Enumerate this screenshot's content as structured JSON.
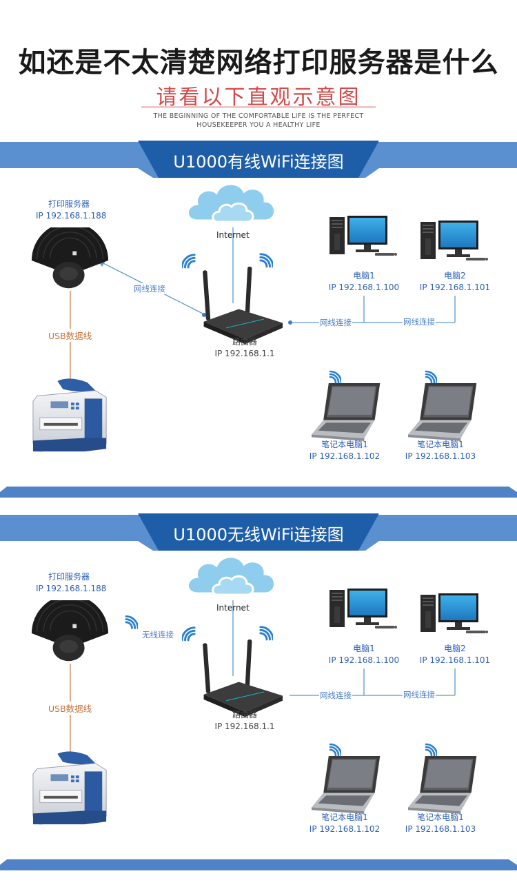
{
  "header": {
    "title": "如还是不太清楚网络打印服务器是什么",
    "subtitle": "请看以下直观示意图",
    "tagline_line1": "THE BEGINNING OF THE COMFORTABLE LIFE IS THE PERFECT",
    "tagline_line2": "HOUSEKEEPER YOU A HEALTHY LIFE"
  },
  "colors": {
    "banner_dark": "#1e5ea8",
    "banner_light": "#5a8fd0",
    "accent_red": "#d34a4a",
    "link_blue": "#4a7fc7",
    "usb_orange": "#c8733a"
  },
  "sections": [
    {
      "title": "U1000有线WiFi连接图",
      "print_server_label": "打印服务器",
      "print_server_ip": "IP 192.168.1.188",
      "internet": "Internet",
      "server_link": "网线连接",
      "usb": "USB数据线",
      "router_label": "路由器",
      "router_ip": "IP 192.168.1.1",
      "lan_link_1": "网线连接",
      "lan_link_2": "网线连接",
      "pc1_label": "电脑1",
      "pc1_ip": "IP 192.168.1.100",
      "pc2_label": "电脑2",
      "pc2_ip": "IP 192.168.1.101",
      "laptop1_label": "笔记本电脑1",
      "laptop1_ip": "IP 192.168.1.102",
      "laptop2_label": "笔记本电脑1",
      "laptop2_ip": "IP 192.168.1.103"
    },
    {
      "title": "U1000无线WiFi连接图",
      "print_server_label": "打印服务器",
      "print_server_ip": "IP 192.168.1.188",
      "internet": "Internet",
      "server_link": "无线连接",
      "usb": "USB数据线",
      "router_label": "路由器",
      "router_ip": "IP 192.168.1.1",
      "lan_link_1": "网线连接",
      "lan_link_2": "网线连接",
      "pc1_label": "电脑1",
      "pc1_ip": "IP 192.168.1.100",
      "pc2_label": "电脑2",
      "pc2_ip": "IP 192.168.1.101",
      "laptop1_label": "笔记本电脑1",
      "laptop1_ip": "IP 192.168.1.102",
      "laptop2_label": "笔记本电脑1",
      "laptop2_ip": "IP 192.168.1.103"
    }
  ]
}
